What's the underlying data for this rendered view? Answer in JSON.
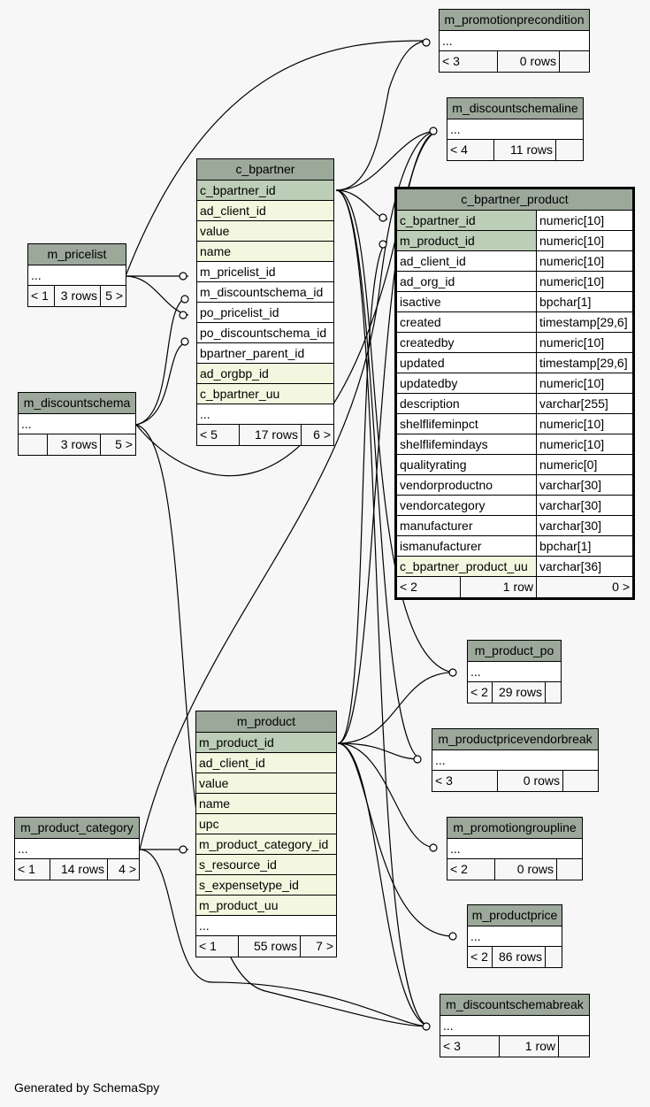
{
  "tables": {
    "m_promotionprecondition": {
      "name": "m_promotionprecondition",
      "ellipsis": "...",
      "parents": "< 3",
      "rows": "0 rows",
      "children": ""
    },
    "m_discountschemaline": {
      "name": "m_discountschemaline",
      "ellipsis": "...",
      "parents": "< 4",
      "rows": "11 rows",
      "children": ""
    },
    "c_bpartner": {
      "name": "c_bpartner",
      "columns": [
        "c_bpartner_id",
        "ad_client_id",
        "value",
        "name",
        "m_pricelist_id",
        "m_discountschema_id",
        "po_pricelist_id",
        "po_discountschema_id",
        "bpartner_parent_id",
        "ad_orgbp_id",
        "c_bpartner_uu",
        "..."
      ],
      "parents": "< 5",
      "rows": "17 rows",
      "children": "6 >"
    },
    "m_pricelist": {
      "name": "m_pricelist",
      "ellipsis": "...",
      "parents": "< 1",
      "rows": "3 rows",
      "children": "5 >"
    },
    "m_discountschema": {
      "name": "m_discountschema",
      "ellipsis": "...",
      "parents": "",
      "rows": "3 rows",
      "children": "5 >"
    },
    "c_bpartner_product": {
      "name": "c_bpartner_product",
      "columns": [
        {
          "name": "c_bpartner_id",
          "type": "numeric[10]"
        },
        {
          "name": "m_product_id",
          "type": "numeric[10]"
        },
        {
          "name": "ad_client_id",
          "type": "numeric[10]"
        },
        {
          "name": "ad_org_id",
          "type": "numeric[10]"
        },
        {
          "name": "isactive",
          "type": "bpchar[1]"
        },
        {
          "name": "created",
          "type": "timestamp[29,6]"
        },
        {
          "name": "createdby",
          "type": "numeric[10]"
        },
        {
          "name": "updated",
          "type": "timestamp[29,6]"
        },
        {
          "name": "updatedby",
          "type": "numeric[10]"
        },
        {
          "name": "description",
          "type": "varchar[255]"
        },
        {
          "name": "shelflifeminpct",
          "type": "numeric[10]"
        },
        {
          "name": "shelflifemindays",
          "type": "numeric[10]"
        },
        {
          "name": "qualityrating",
          "type": "numeric[0]"
        },
        {
          "name": "vendorproductno",
          "type": "varchar[30]"
        },
        {
          "name": "vendorcategory",
          "type": "varchar[30]"
        },
        {
          "name": "manufacturer",
          "type": "varchar[30]"
        },
        {
          "name": "ismanufacturer",
          "type": "bpchar[1]"
        },
        {
          "name": "c_bpartner_product_uu",
          "type": "varchar[36]"
        }
      ],
      "parents": "< 2",
      "rows": "1 row",
      "children": "0 >"
    },
    "m_product_po": {
      "name": "m_product_po",
      "ellipsis": "...",
      "parents": "< 2",
      "rows": "29 rows",
      "children": ""
    },
    "m_product": {
      "name": "m_product",
      "columns": [
        "m_product_id",
        "ad_client_id",
        "value",
        "name",
        "upc",
        "m_product_category_id",
        "s_resource_id",
        "s_expensetype_id",
        "m_product_uu",
        "..."
      ],
      "parents": "< 1",
      "rows": "55 rows",
      "children": "7 >"
    },
    "m_productpricevendorbreak": {
      "name": "m_productpricevendorbreak",
      "ellipsis": "...",
      "parents": "< 3",
      "rows": "0 rows",
      "children": ""
    },
    "m_product_category": {
      "name": "m_product_category",
      "ellipsis": "...",
      "parents": "< 1",
      "rows": "14 rows",
      "children": "4 >"
    },
    "m_promotiongroupline": {
      "name": "m_promotiongroupline",
      "ellipsis": "...",
      "parents": "< 2",
      "rows": "0 rows",
      "children": ""
    },
    "m_productprice": {
      "name": "m_productprice",
      "ellipsis": "...",
      "parents": "< 2",
      "rows": "86 rows",
      "children": ""
    },
    "m_discountschemabreak": {
      "name": "m_discountschemabreak",
      "ellipsis": "...",
      "parents": "< 3",
      "rows": "1 row",
      "children": ""
    }
  },
  "footer": {
    "generated": "Generated by SchemaSpy"
  },
  "colors": {
    "header": "#9ba89a",
    "primary_key": "#bccdb8",
    "foreign_key": "#f4f7df",
    "background": "#f7f7f7"
  }
}
